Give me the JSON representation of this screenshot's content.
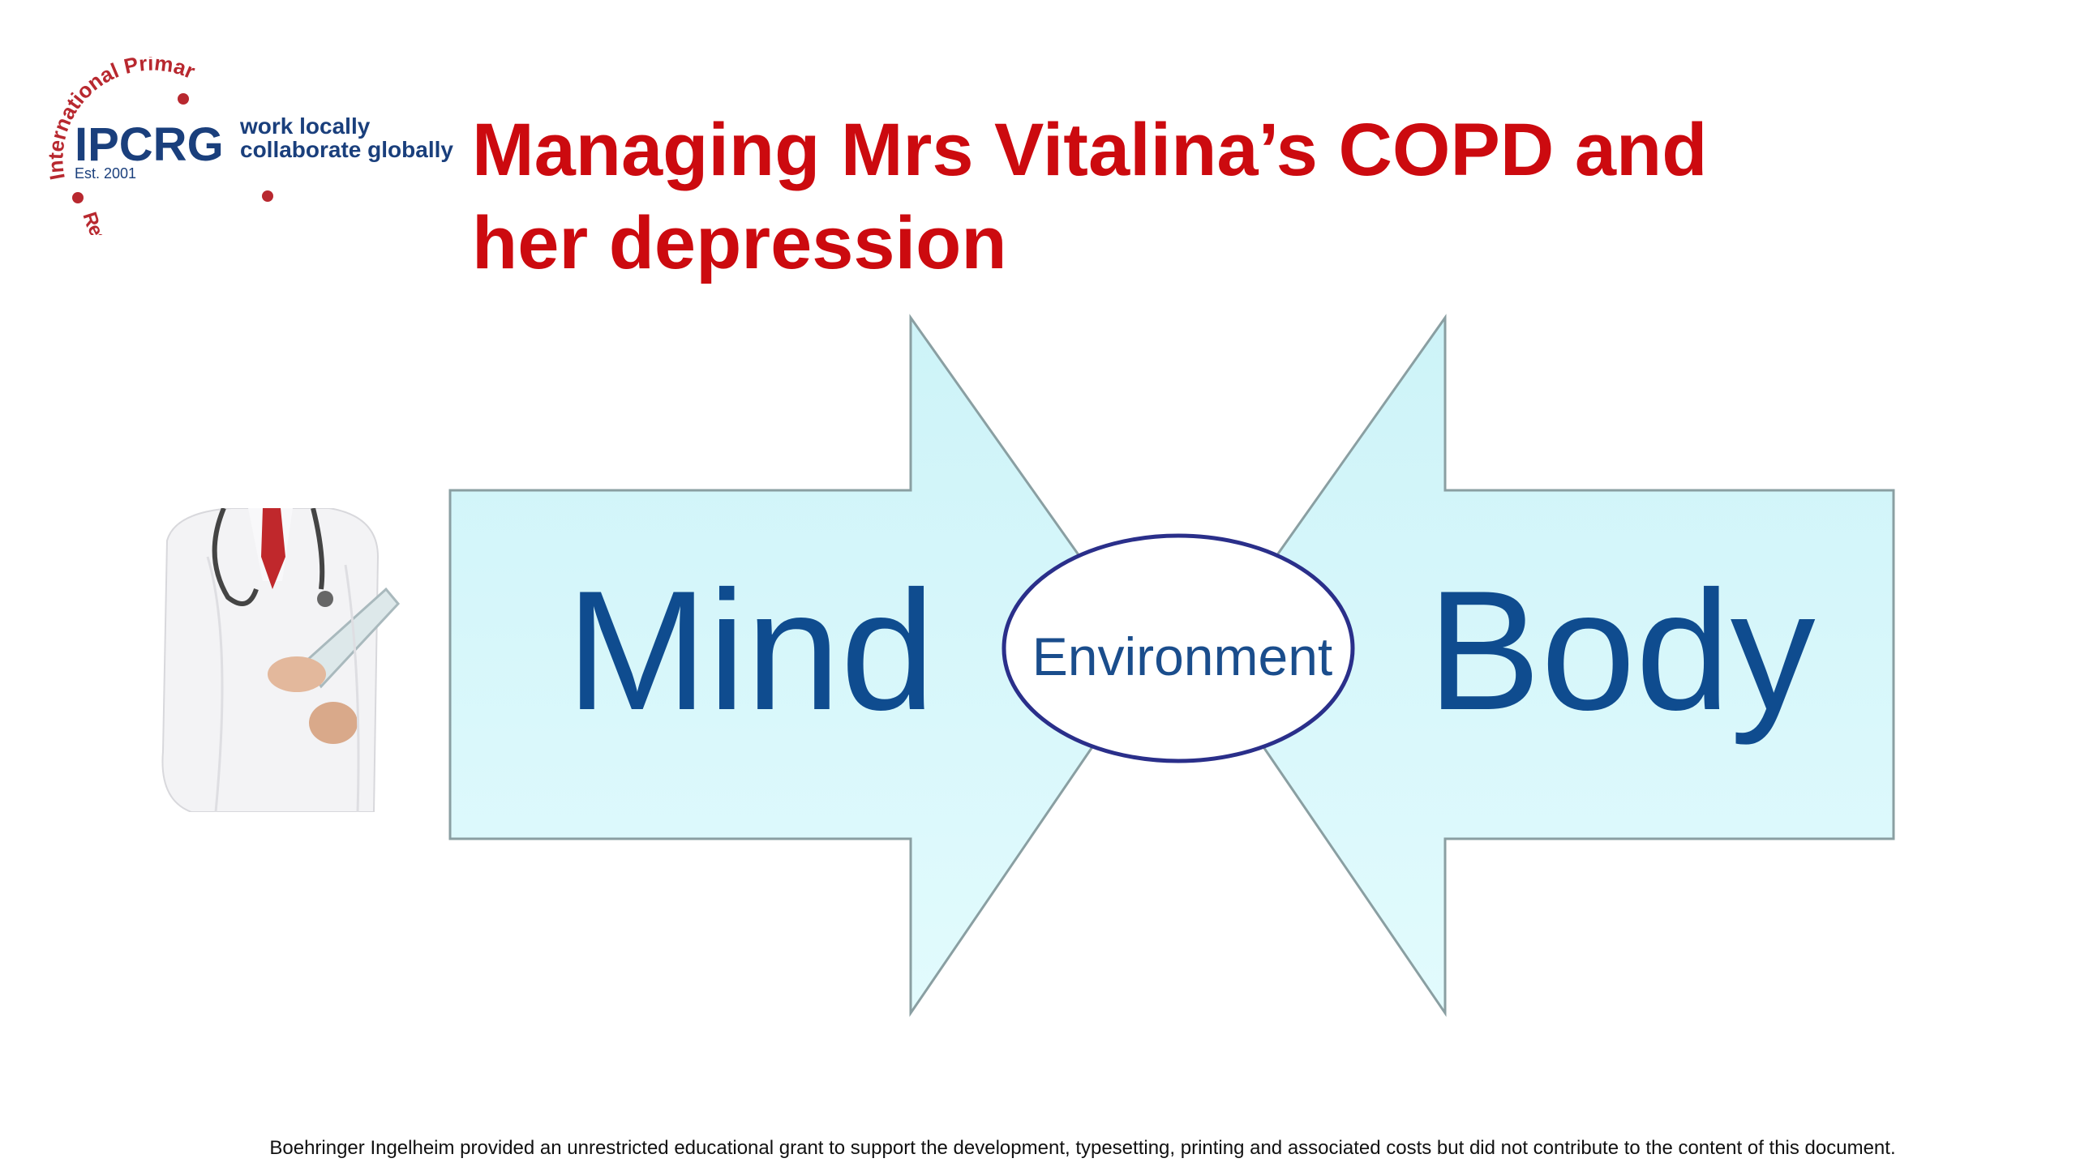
{
  "logo": {
    "acronym": "IPCRG",
    "tagline_line1": "work locally",
    "tagline_line2": "collaborate globally",
    "established": "Est. 2001",
    "ring_text": "International Primary Care Respiratory Group",
    "colors": {
      "ring": "#b8282f",
      "acronym": "#1a3f7c"
    }
  },
  "slide": {
    "title_line1": "Managing Mrs Vitalina’s COPD and",
    "title_line2": "her depression",
    "title_color": "#cc0a0f"
  },
  "diagram": {
    "left_label": "Mind",
    "right_label": "Body",
    "center_label": "Environment",
    "arrow_fill": "#d7f6fa",
    "arrow_stroke": "#8a9fa2",
    "label_color": "#0f4c8f",
    "ellipse_stroke": "#2a2f8a"
  },
  "illustration": {
    "icon": "doctor-with-tablet-icon"
  },
  "footer": {
    "disclaimer": "Boehringer Ingelheim provided an unrestricted educational grant to support the development, typesetting, printing and associated costs but did not contribute to the content of this document."
  }
}
